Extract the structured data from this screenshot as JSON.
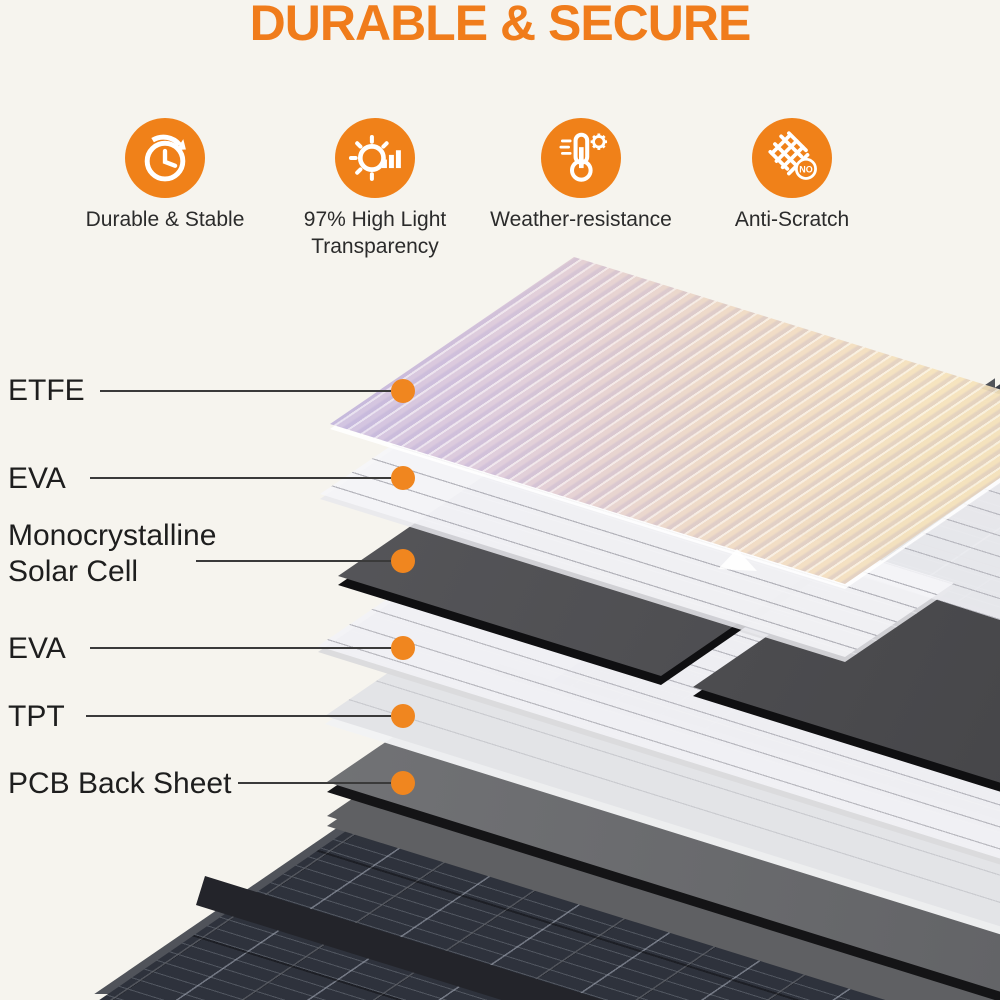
{
  "title": "DURABLE & SECURE",
  "colors": {
    "accent_orange": "#F08119",
    "background": "#F6F4EE",
    "text_dark": "#1E1E1E",
    "leader_line": "#3A3A3A",
    "solar_cell_dark": "#4A4A4D",
    "panel_cell_dark": "#3A3F4B",
    "etfe_gradient_left": "#B3B0E0",
    "etfe_gradient_right": "#F6E2BA"
  },
  "features": [
    {
      "icon": "clock-history-icon",
      "label": "Durable & Stable"
    },
    {
      "icon": "sun-transparency-icon",
      "label": "97% High Light",
      "label2": "Transparency"
    },
    {
      "icon": "thermometer-gear-icon",
      "label": "Weather-resistance"
    },
    {
      "icon": "anti-scratch-icon",
      "label": "Anti-Scratch",
      "badge": "NO"
    }
  ],
  "layers": [
    {
      "label": "ETFE"
    },
    {
      "label": "EVA"
    },
    {
      "label": "Monocrystalline",
      "label2": "Solar Cell"
    },
    {
      "label": "EVA"
    },
    {
      "label": "TPT"
    },
    {
      "label": "PCB Back Sheet"
    }
  ]
}
